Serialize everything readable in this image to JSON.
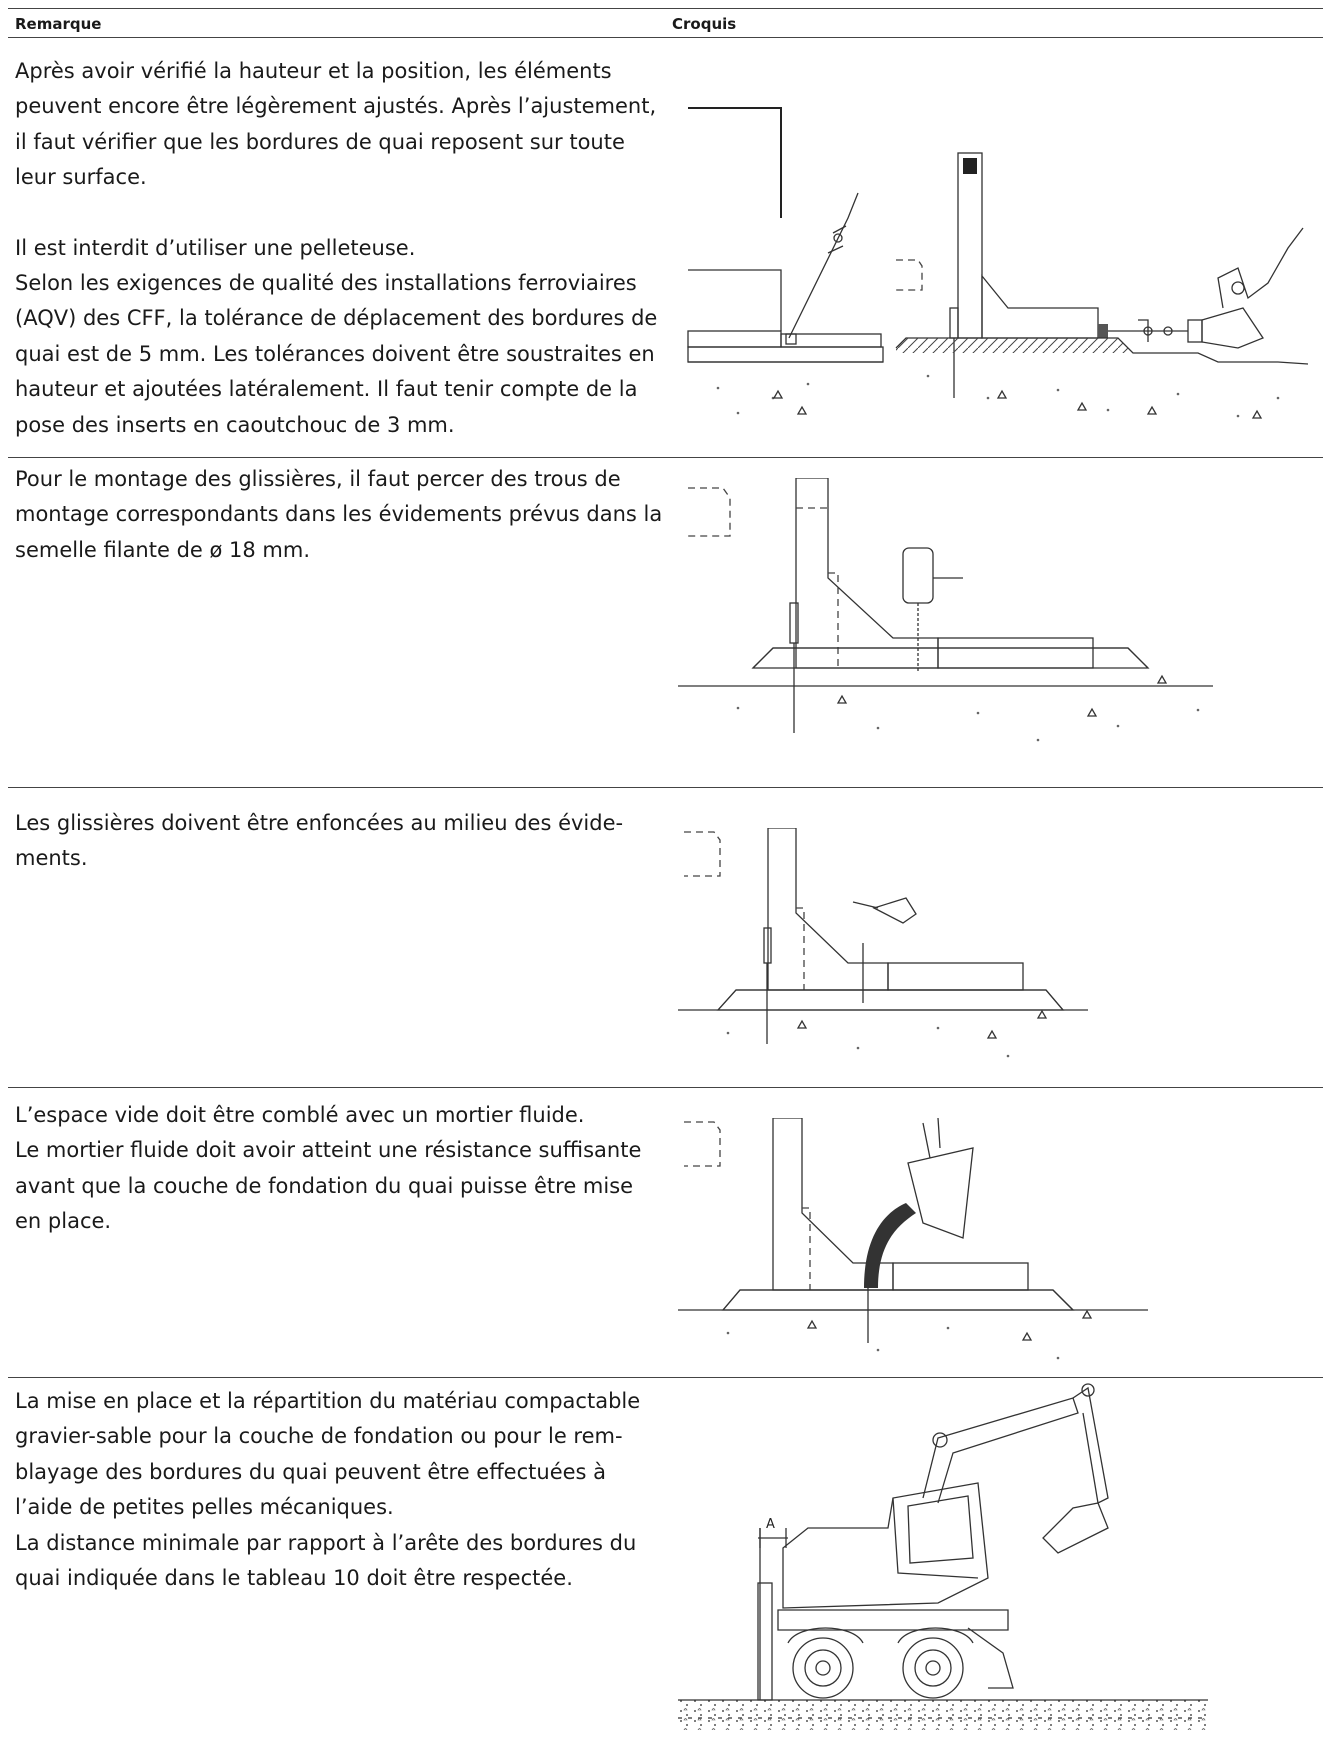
{
  "header": {
    "remark_label": "Remarque",
    "sketch_label": "Croquis"
  },
  "rows": [
    {
      "paragraphs": [
        "Après avoir vérifié la hauteur et la position, les éléments peuvent encore être légèrement ajustés. Après l’ajustement, il faut vérifier que les bordures de quai reposent sur toute leur surface.",
        "Il est interdit d’utiliser une pelleteuse.",
        "Selon les exigences de qualité des installations ferroviaires (AQV) des CFF, la tolérance de déplacement des bordures de quai est de 5 mm. Les tolérances doivent être soustraites en hauteur et ajoutées latéralement. Il faut tenir compte de la pose des inserts en caoutchouc de 3 mm."
      ]
    },
    {
      "paragraphs": [
        "Pour le montage des glissières, il faut percer des trous de montage correspondants dans les évidements prévus dans la semelle filante de ø 18 mm."
      ]
    },
    {
      "paragraphs": [
        "Les glissières doivent être enfoncées au milieu des évide-ments."
      ]
    },
    {
      "paragraphs": [
        "L’espace vide doit être comblé avec un mortier fluide.",
        "Le mortier fluide doit avoir atteint une résistance suffisante avant que la couche de fondation du quai puisse être mise en place."
      ]
    },
    {
      "paragraphs": [
        "La mise en place et la répartition du matériau compactable gravier-sable pour la couche de fondation ou pour le rem-blayage des bordures du quai peuvent être effectuées à l’aide de petites pelles mécaniques.",
        "La distance minimale par rapport à l’arête des bordures du quai indiquée dans le tableau 10 doit être respectée."
      ]
    }
  ],
  "sketch5": {
    "dimension_label": "A"
  }
}
